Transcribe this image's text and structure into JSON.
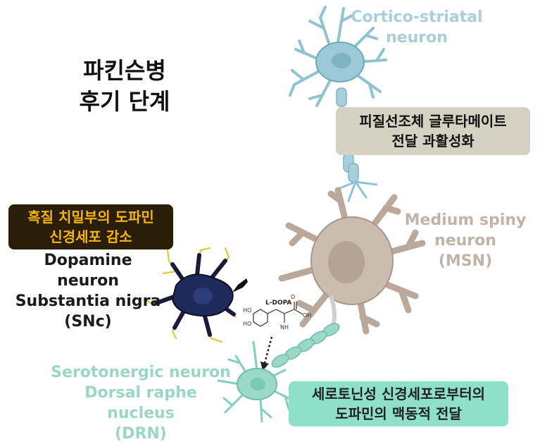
{
  "title": {
    "line1": "파킨슨병",
    "line2": "후기 단계"
  },
  "labels": {
    "cortico_line1": "Cortico-striatal",
    "cortico_line2": "neuron",
    "msn_line1": "Medium spiny neuron",
    "msn_line2": "(MSN)",
    "dopamine_line1": "Dopamine neuron",
    "dopamine_line2": "Substantia nigra",
    "dopamine_line3": "(SNc)",
    "sero_line1": "Serotonergic neuron",
    "sero_line2": "Dorsal raphe nucleus",
    "sero_line3": "(DRN)"
  },
  "boxes": {
    "glutamate_line1": "피질선조체 글루타메이트",
    "glutamate_line2": "전달 과활성화",
    "snc_line1": "흑질 치밀부의 도파민",
    "snc_line2": "신경세포 감소",
    "sero_line1": "세로토닌성 신경세포로부터의",
    "sero_line2": "도파민의 맥동적 전달"
  },
  "molecule": {
    "name": "L-DOPA",
    "ho1": "HO",
    "ho2": "HO",
    "oh": "OH",
    "nh2": "NH",
    "o": "O"
  },
  "colors": {
    "cortico": "#a9cfd8",
    "msn": "#c2b3a8",
    "serotonergic": "#9ad6c4",
    "dopamine_neuron": "#1f2a5a",
    "snc_box": "#2a1e07",
    "snc_text": "#f5b50a",
    "glutamate_box": "#d5d1c3",
    "sero_box": "#8fe0c8"
  }
}
